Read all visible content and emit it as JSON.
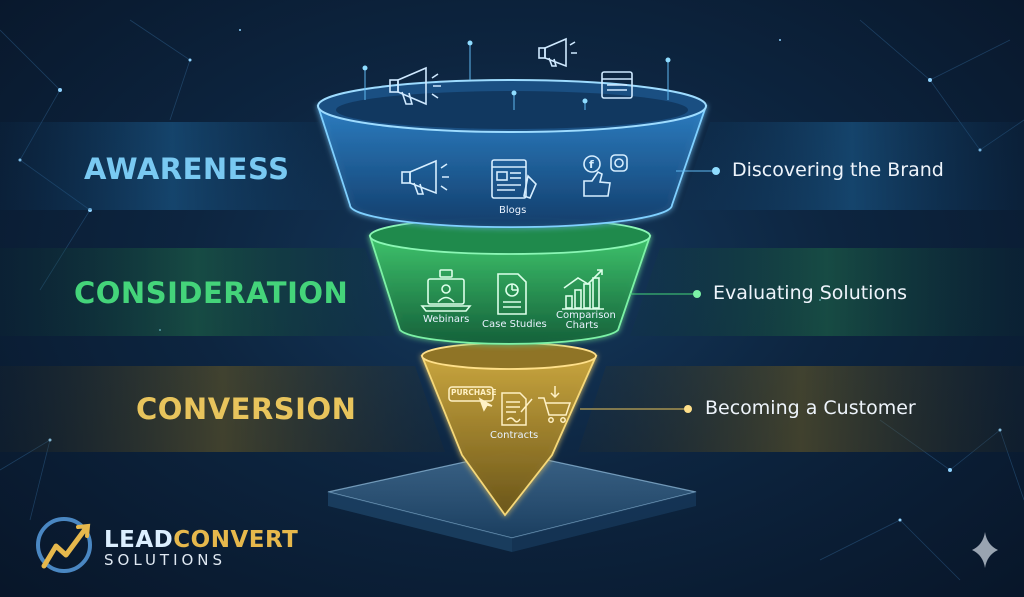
{
  "stages": [
    {
      "name": "AWARENESS",
      "description": "Discovering the Brand",
      "color": "#79c9f2",
      "items": [
        {
          "label": "Blogs",
          "icon": "article-icon"
        },
        {
          "label": "",
          "icon": "megaphone-icon"
        },
        {
          "label": "",
          "icon": "social-media-icon"
        }
      ]
    },
    {
      "name": "CONSIDERATION",
      "description": "Evaluating Solutions",
      "color": "#44d47a",
      "items": [
        {
          "label": "Webinars",
          "icon": "laptop-webinar-icon"
        },
        {
          "label": "Case Studies",
          "icon": "document-chart-icon"
        },
        {
          "label": "Comparison Charts",
          "icon": "bar-chart-icon"
        }
      ]
    },
    {
      "name": "CONVERSION",
      "description": "Becoming a Customer",
      "color": "#e8c45c",
      "items": [
        {
          "label": "PURCHASE",
          "icon": "purchase-button-icon"
        },
        {
          "label": "Contracts",
          "icon": "contract-pen-icon"
        },
        {
          "label": "",
          "icon": "cart-icon"
        }
      ]
    }
  ],
  "floating_icons": [
    "megaphone-icon",
    "megaphone-icon",
    "browser-window-icon"
  ],
  "logo": {
    "name_part1": "LEAD",
    "name_part2": "CONVERT",
    "subtitle": "SOLUTIONS",
    "color_1": "#dcefff",
    "color_2": "#e6b84c"
  },
  "corner_icon": "sparkle-icon"
}
